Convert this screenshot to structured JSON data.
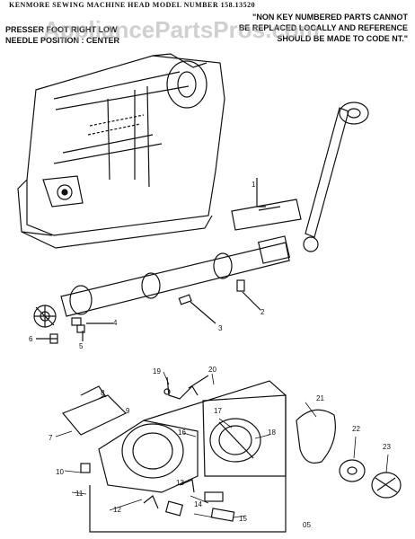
{
  "header": {
    "model_line": "KENMORE SEWING MACHINE HEAD MODEL NUMBER 158.13520",
    "presser_line": "PRESSER FOOT RIGHT LOW",
    "needle_line": "NEEDLE POSITION : CENTER"
  },
  "note": {
    "line1": "\"NON KEY NUMBERED PARTS CANNOT",
    "line2": "BE REPLACED LOCALLY AND REFERENCE",
    "line3": "SHOULD BE MADE TO CODE NT.\""
  },
  "watermark": "AppliancePartsPros.com",
  "callouts": [
    "1",
    "2",
    "3",
    "4",
    "5",
    "6",
    "7",
    "8",
    "9",
    "10",
    "11",
    "12",
    "13",
    "14",
    "15",
    "16",
    "17",
    "18",
    "19",
    "20",
    "21",
    "22",
    "23"
  ],
  "page_number": "05"
}
